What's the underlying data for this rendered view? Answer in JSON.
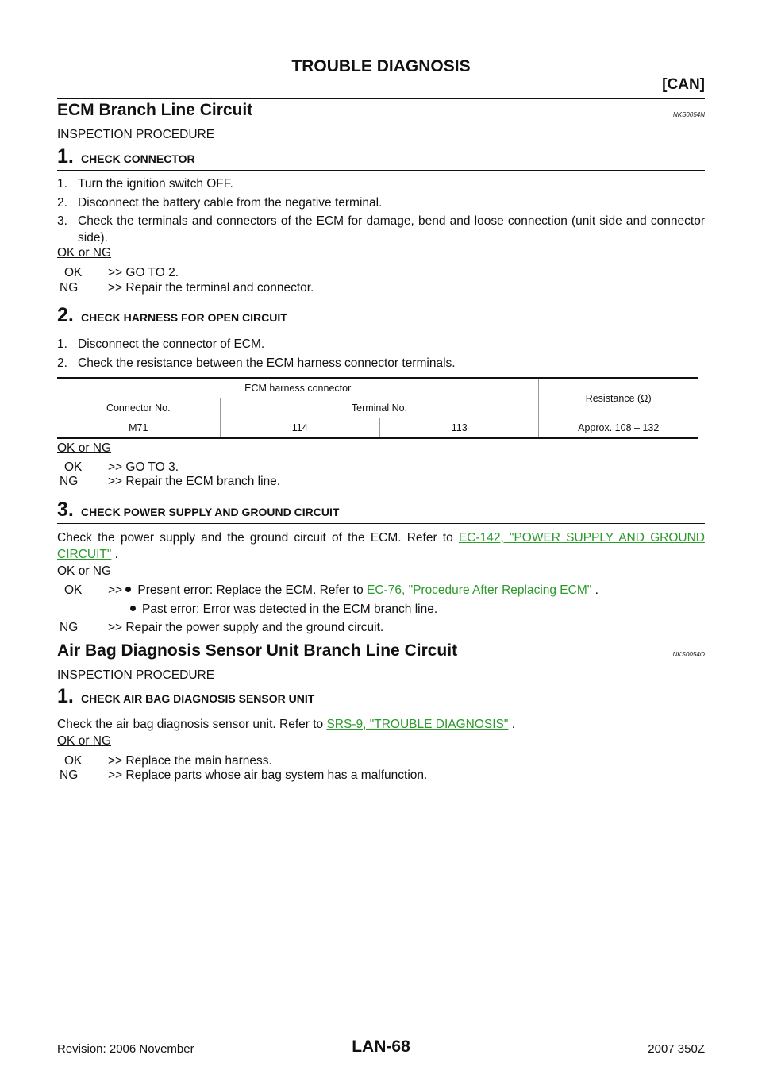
{
  "header": {
    "title": "TROUBLE DIAGNOSIS",
    "section": "[CAN]"
  },
  "ecm": {
    "title": "ECM Branch Line Circuit",
    "code": "NKS0054N",
    "procedure": "INSPECTION PROCEDURE",
    "step1": {
      "num": "1.",
      "label": "CHECK CONNECTOR",
      "items": [
        {
          "n": "1.",
          "t": "Turn the ignition switch OFF."
        },
        {
          "n": "2.",
          "t": "Disconnect the battery cable from the negative terminal."
        },
        {
          "n": "3.",
          "t": "Check the terminals and connectors of the ECM for damage, bend and loose connection (unit side and connector side)."
        }
      ],
      "okng": "OK or NG",
      "ok_code": "OK",
      "ok_text": ">> GO TO 2.",
      "ng_code": "NG",
      "ng_text": ">> Repair the terminal and connector."
    },
    "step2": {
      "num": "2.",
      "label": "CHECK HARNESS FOR OPEN CIRCUIT",
      "items": [
        {
          "n": "1.",
          "t": "Disconnect the connector of ECM."
        },
        {
          "n": "2.",
          "t": "Check the resistance between the ECM harness connector terminals."
        }
      ],
      "table": {
        "group_header": "ECM harness connector",
        "resistance_header": "Resistance (Ω)",
        "connector_header": "Connector No.",
        "terminal_header": "Terminal No.",
        "row": {
          "connector": "M71",
          "terminal_a": "114",
          "terminal_b": "113",
          "resistance": "Approx. 108 – 132"
        }
      },
      "okng": "OK or NG",
      "ok_code": "OK",
      "ok_text": ">> GO TO 3.",
      "ng_code": "NG",
      "ng_text": ">> Repair the ECM branch line."
    },
    "step3": {
      "num": "3.",
      "label": "CHECK POWER SUPPLY AND GROUND CIRCUIT",
      "text_prefix": "Check the power supply and the ground circuit of the ECM. Refer to ",
      "link": "EC-142, \"POWER SUPPLY AND GROUND CIRCUIT\"",
      "text_suffix": " .",
      "okng": "OK or NG",
      "ok_code": "OK",
      "ok_arrow": ">>",
      "ok_bullet1_prefix": "Present error: Replace the ECM. Refer to ",
      "ok_bullet1_link": "EC-76, \"Procedure After Replacing ECM\"",
      "ok_bullet1_suffix": " .",
      "ok_bullet2": "Past error: Error was detected in the ECM branch line.",
      "ng_code": "NG",
      "ng_text": ">> Repair the power supply and the ground circuit."
    }
  },
  "airbag": {
    "title": "Air Bag Diagnosis Sensor Unit Branch Line Circuit",
    "code": "NKS0054O",
    "procedure": "INSPECTION PROCEDURE",
    "step1": {
      "num": "1.",
      "label": "CHECK AIR BAG DIAGNOSIS SENSOR UNIT",
      "text_prefix": "Check the air bag diagnosis sensor unit. Refer to ",
      "link": "SRS-9, \"TROUBLE DIAGNOSIS\"",
      "text_suffix": " .",
      "okng": "OK or NG",
      "ok_code": "OK",
      "ok_text": ">> Replace the main harness.",
      "ng_code": "NG",
      "ng_text": ">> Replace parts whose air bag system has a malfunction."
    }
  },
  "footer": {
    "revision": "Revision: 2006 November",
    "page": "LAN-68",
    "model": "2007 350Z"
  }
}
